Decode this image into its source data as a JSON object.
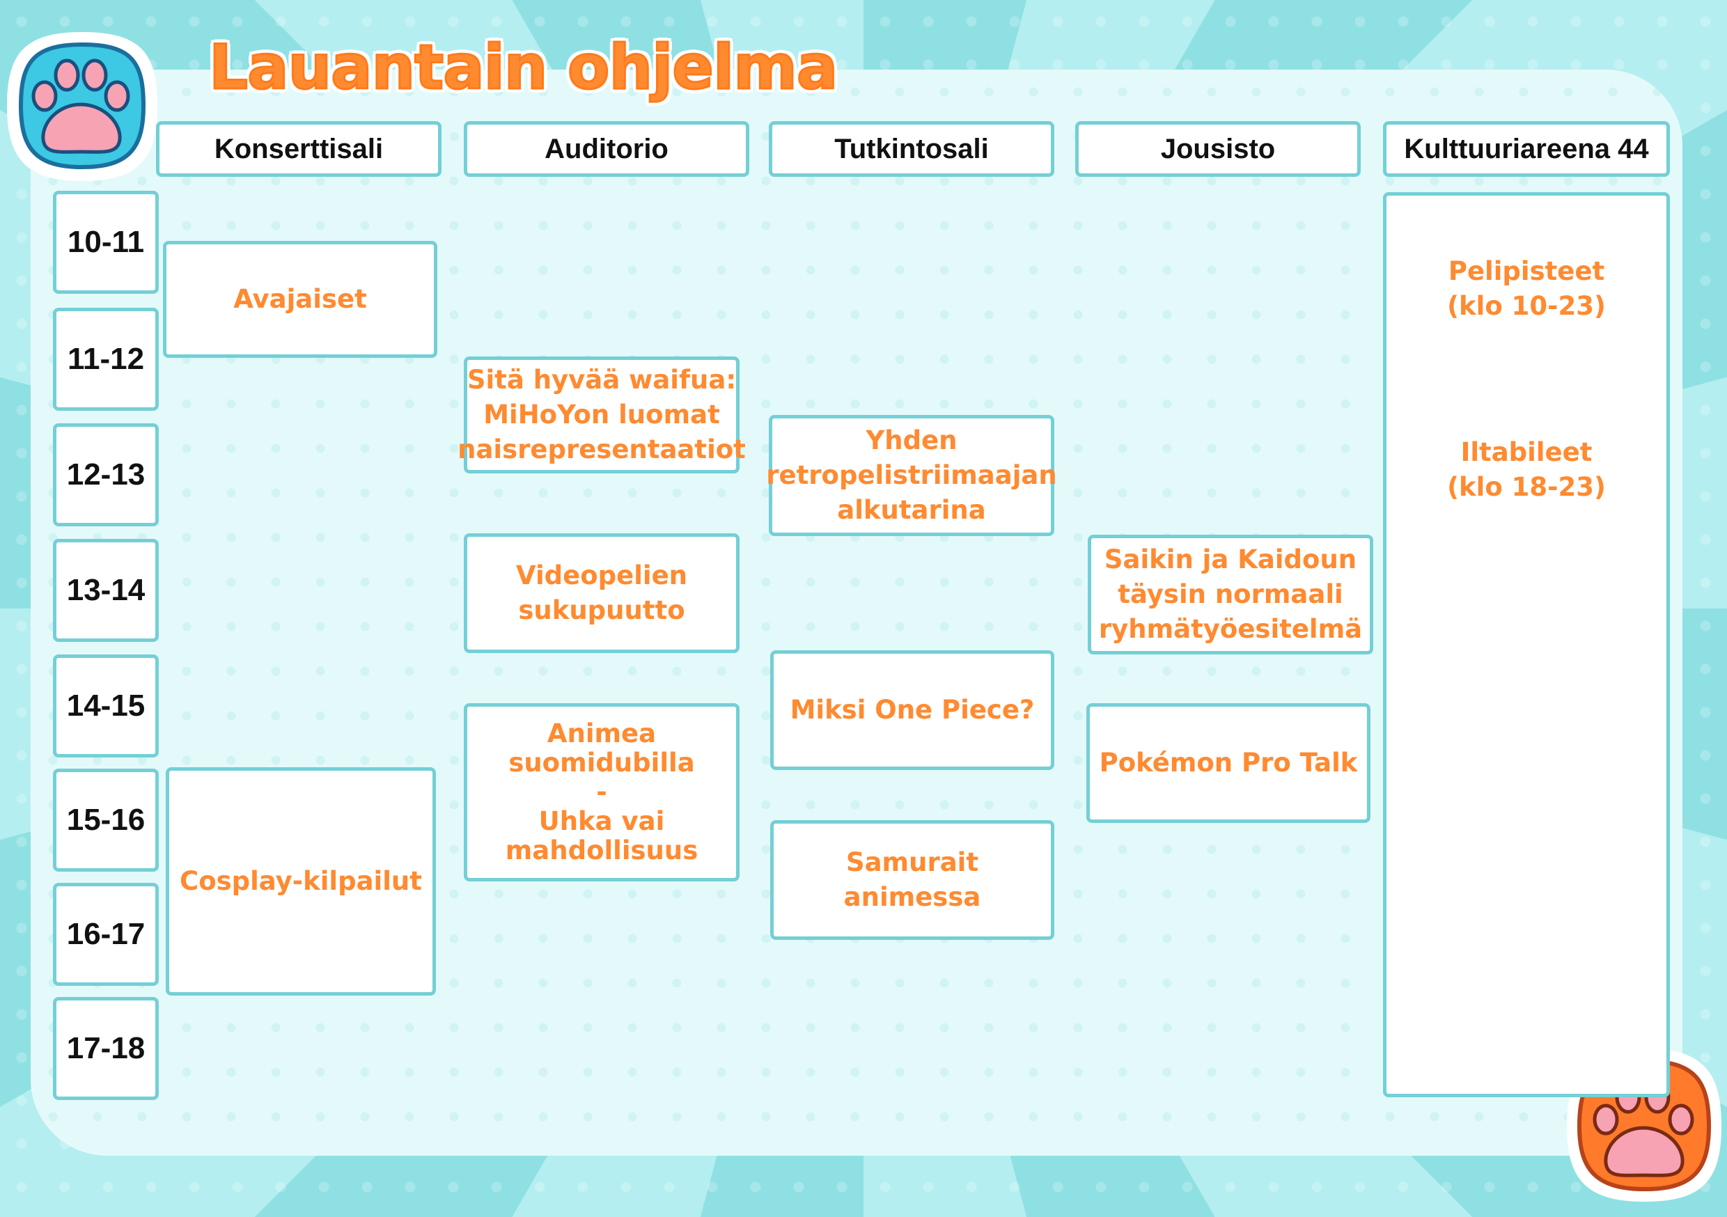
{
  "title": "Lauantain ohjelma",
  "colors": {
    "accent": "#ff8a30",
    "border": "#74cfd6",
    "panel": "#e4fafa",
    "background": "#9fe6e8"
  },
  "icons": {
    "top_left": "paw-print-icon",
    "bottom_right": "paw-print-icon"
  },
  "venues": [
    "Konserttisali",
    "Auditorio",
    "Tutkintosali",
    "Jousisto",
    "Kulttuuriareena 44"
  ],
  "timeslots": [
    "10-11",
    "11-12",
    "12-13",
    "13-14",
    "14-15",
    "15-16",
    "16-17",
    "17-18"
  ],
  "events": {
    "konserttisali": [
      {
        "title": "Avajaiset"
      },
      {
        "title": "Cosplay-kilpailut"
      }
    ],
    "auditorio": [
      {
        "title": "Sitä hyvää waifua:\nMiHoYon luomat\nnaisrepresentaatiot"
      },
      {
        "title": "Videopelien\nsukupuutto"
      },
      {
        "title": "Animea\nsuomidubilla\n-\nUhka vai\nmahdollisuus"
      }
    ],
    "tutkintosali": [
      {
        "title": "Yhden\nretropelistriimaajan\nalkutarina"
      },
      {
        "title": "Miksi One Piece?"
      },
      {
        "title": "Samurait animessa"
      }
    ],
    "jousisto": [
      {
        "title": "Saikin ja Kaidoun\ntäysin normaali\nryhmätyöesitelmä"
      },
      {
        "title": "Pokémon Pro Talk"
      }
    ],
    "kulttuuriareena": [
      {
        "title": "Pelipisteet\n(klo 10-23)"
      },
      {
        "title": "Iltabileet\n(klo 18-23)"
      }
    ]
  }
}
